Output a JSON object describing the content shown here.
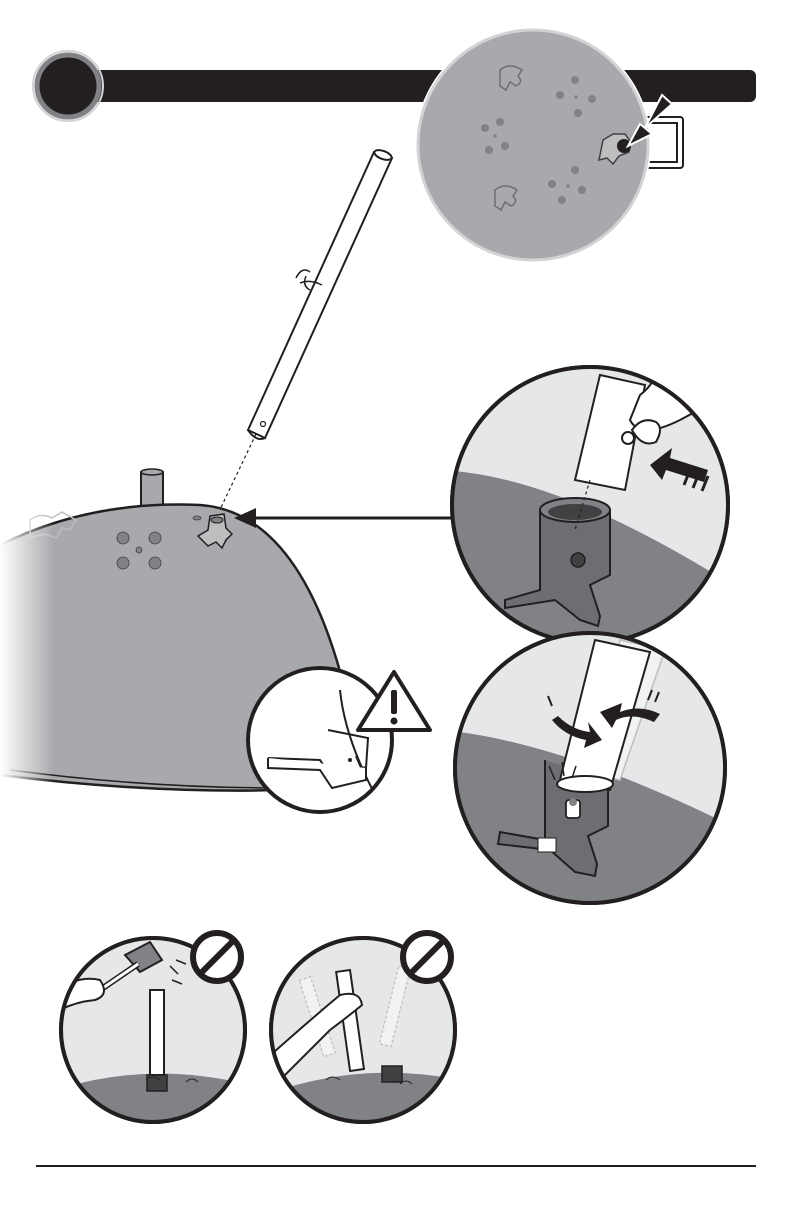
{
  "page": {
    "step_number": "",
    "colors": {
      "ink": "#231f20",
      "lid_gray": "#a7a9ac",
      "dark_gray": "#808285",
      "light_gray": "#e6e7e8",
      "white": "#ffffff"
    }
  },
  "step_header": {
    "icon": "step-number-badge"
  },
  "panels": [
    {
      "name": "detail-lid-underside",
      "icon": "handle-bracket-icon"
    },
    {
      "name": "detail-insert-leg",
      "icon": "arrow-insert-icon"
    },
    {
      "name": "detail-twist-lock",
      "icon": "rotate-arrows-icon"
    },
    {
      "name": "warning-handle-detail",
      "icon": "warning-triangle-icon"
    },
    {
      "name": "do-not-hammer",
      "icon": "prohibited-icon"
    },
    {
      "name": "do-not-force",
      "icon": "prohibited-icon"
    }
  ]
}
